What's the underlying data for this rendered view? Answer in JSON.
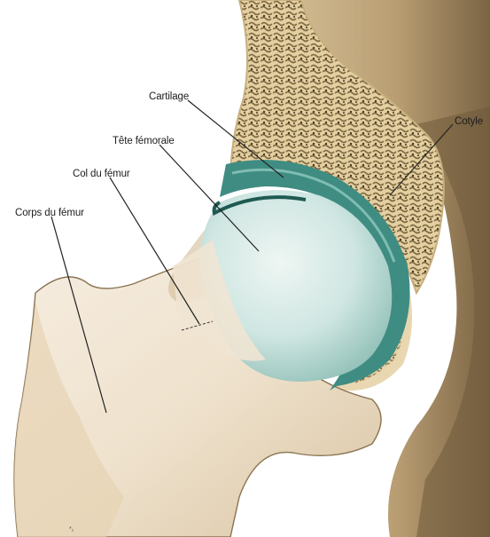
{
  "labels": {
    "cartilage": "Cartilage",
    "cotyle": "Cotyle",
    "tete_femorale": "Tête fémorale",
    "col_du_femur": "Col du fémur",
    "corps_du_femur": "Corps du fémur",
    "mark": "*₂"
  },
  "colors": {
    "background": "#ffffff",
    "bone_cream": "#e6d6b0",
    "spongy_bone_dots": "#5a4526",
    "cartilage_teal": "#3f8c82",
    "femoral_head": "#cfe6e2",
    "pelvis_shadow": "#8a7452",
    "leader_line": "#222222"
  }
}
